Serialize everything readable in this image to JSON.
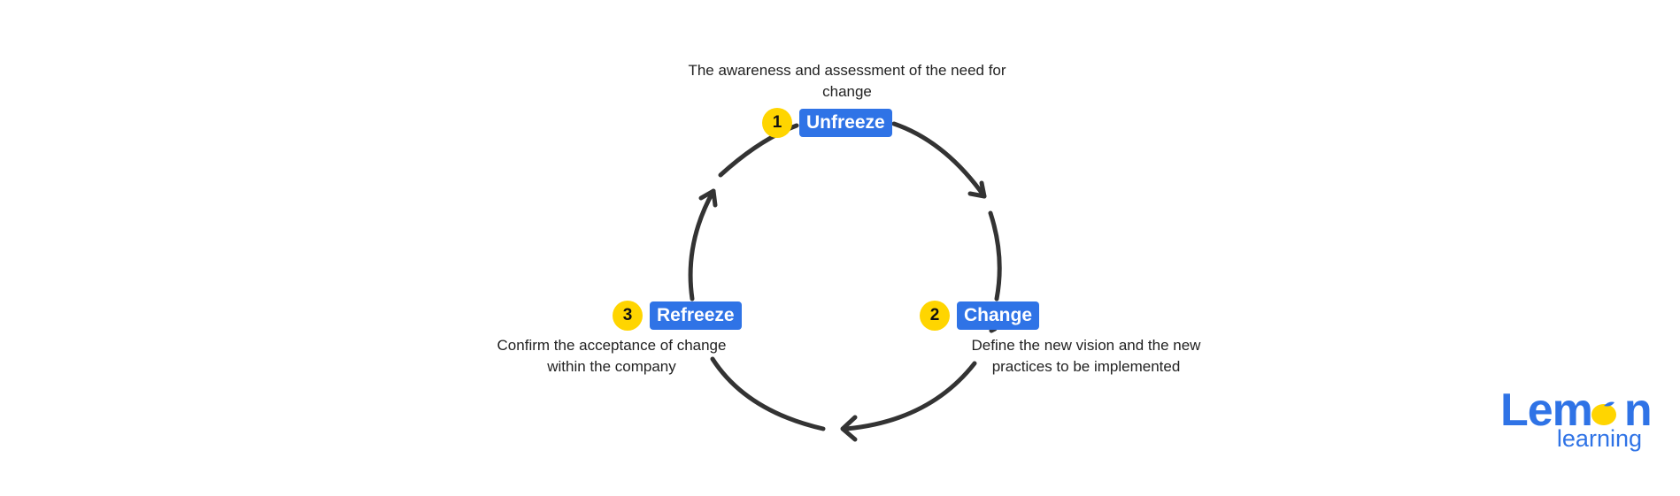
{
  "colors": {
    "label_bg": "#2f73e6",
    "label_text": "#ffffff",
    "badge_bg": "#ffd500",
    "arrow": "#333333",
    "logo_blue": "#2f73e6",
    "logo_lemon": "#ffd500"
  },
  "stages": [
    {
      "number": "1",
      "label": "Unfreeze",
      "description": "The awareness and assessment of the need for change"
    },
    {
      "number": "2",
      "label": "Change",
      "description": "Define the new vision and the new practices to be implemented"
    },
    {
      "number": "3",
      "label": "Refreeze",
      "description": "Confirm the acceptance of change within the company"
    }
  ],
  "logo": {
    "word_start": "Lem",
    "word_end": "n",
    "subtitle": "learning",
    "lemon_icon": "lemon-icon"
  }
}
